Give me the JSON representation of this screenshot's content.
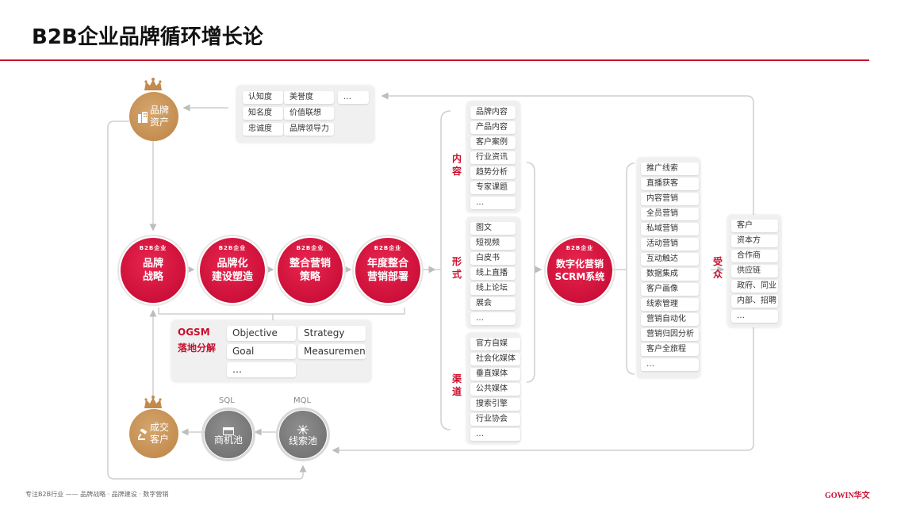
{
  "title": "B2B企业品牌循环增长论",
  "brand_assets": {
    "label": "品牌资产",
    "items": [
      "认知度",
      "美誉度",
      "…",
      "知名度",
      "价值联想",
      "忠诚度",
      "品牌领导力"
    ]
  },
  "b2b_badge": "B2B企业",
  "stages": [
    {
      "label1": "品牌",
      "label2": "战略"
    },
    {
      "label1": "品牌化",
      "label2": "建设塑造"
    },
    {
      "label1": "整合营销",
      "label2": "策略"
    },
    {
      "label1": "年度整合",
      "label2": "营销部署"
    }
  ],
  "ogsm": {
    "title": "OGSM",
    "subtitle": "落地分解",
    "items": [
      "Objective",
      "Strategy",
      "Goal",
      "Measurement",
      "…"
    ]
  },
  "pools": {
    "sql_caption": "SQL",
    "mql_caption": "MQL",
    "deal": "成交客户",
    "opportunity": "商机池",
    "leads": "线索池"
  },
  "content": {
    "label": "内容",
    "items": [
      "品牌内容",
      "产品内容",
      "客户案例",
      "行业资讯",
      "趋势分析",
      "专家课题",
      "…"
    ]
  },
  "form": {
    "label": "形式",
    "items": [
      "图文",
      "短视频",
      "白皮书",
      "线上直播",
      "线上论坛",
      "展会",
      "…"
    ]
  },
  "channel": {
    "label": "渠道",
    "items": [
      "官方自媒",
      "社会化媒体",
      "垂直媒体",
      "公共媒体",
      "搜索引擎",
      "行业协会",
      "…"
    ]
  },
  "scrm": {
    "label1": "数字化营销",
    "label2": "SCRM系统",
    "items": [
      "推广线索",
      "直播获客",
      "内容营销",
      "全员营销",
      "私域营销",
      "活动营销",
      "互动触达",
      "数据集成",
      "客户画像",
      "线索管理",
      "营销自动化",
      "营销归因分析",
      "客户全旅程",
      "…"
    ]
  },
  "audience": {
    "label": "受众",
    "items": [
      "客户",
      "资本方",
      "合作商",
      "供应链",
      "政府、同业",
      "内部、招聘",
      "…"
    ]
  },
  "footer": {
    "left": "专注B2B行业 —— 品牌战略 · 品牌建设 · 数字营销",
    "logo": "GOWIN华文"
  },
  "colors": {
    "accent": "#c8102e",
    "gold": "#c28a4c",
    "gray": "#7a7a7a"
  }
}
